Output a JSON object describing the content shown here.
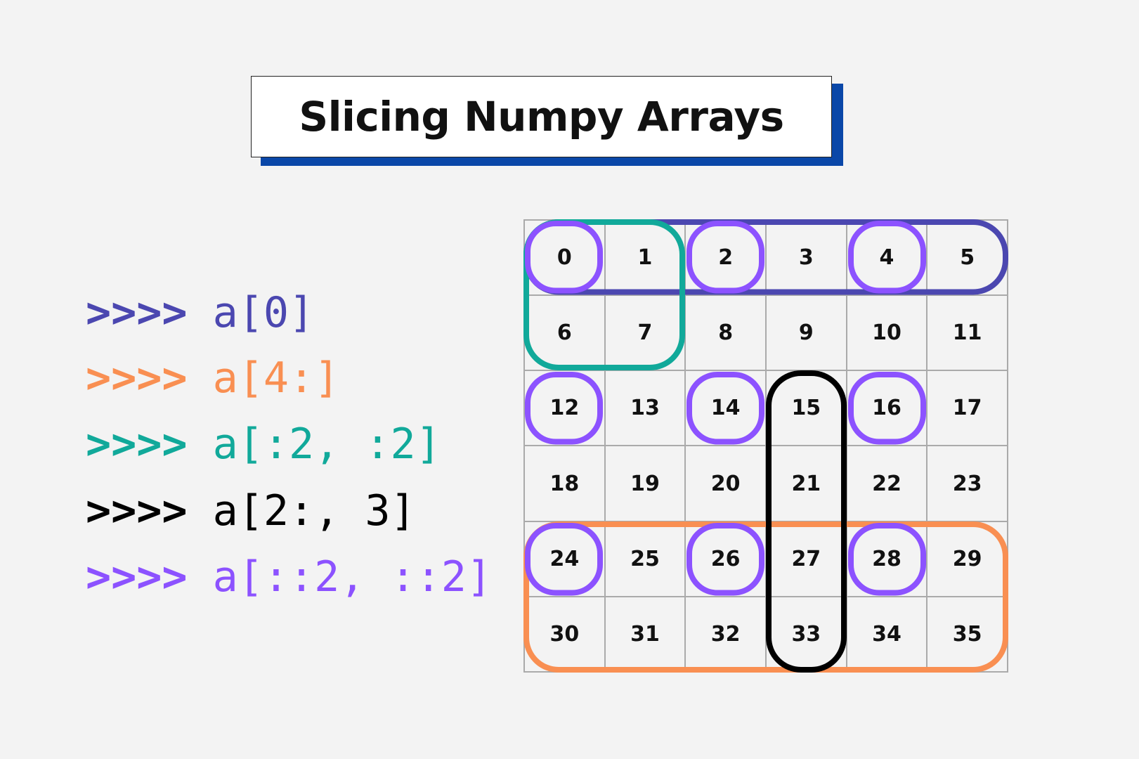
{
  "title": "Slicing Numpy Arrays",
  "colors": {
    "background": "#f3f3f3",
    "title_shadow": "#0a47a8",
    "row_slice": "#4b47b0",
    "tail_slice": "#f98f52",
    "block_slice": "#11a99a",
    "column_slice": "#000000",
    "step_slice": "#8c52ff"
  },
  "code_lines": [
    {
      "prompt": ">>>>",
      "expr": "a[0]",
      "color": "#4b47b0"
    },
    {
      "prompt": ">>>>",
      "expr": "a[4:]",
      "color": "#f98f52"
    },
    {
      "prompt": ">>>>",
      "expr": "a[:2, :2]",
      "color": "#11a99a"
    },
    {
      "prompt": ">>>>",
      "expr": "a[2:, 3]",
      "color": "#000000"
    },
    {
      "prompt": ">>>>",
      "expr": "a[::2, ::2]",
      "color": "#8c52ff"
    }
  ],
  "grid": {
    "rows": [
      [
        "0",
        "1",
        "2",
        "3",
        "4",
        "5"
      ],
      [
        "6",
        "7",
        "8",
        "9",
        "10",
        "11"
      ],
      [
        "12",
        "13",
        "14",
        "15",
        "16",
        "17"
      ],
      [
        "18",
        "19",
        "20",
        "21",
        "22",
        "23"
      ],
      [
        "24",
        "25",
        "26",
        "27",
        "28",
        "29"
      ],
      [
        "30",
        "31",
        "32",
        "33",
        "34",
        "35"
      ]
    ]
  },
  "highlights": [
    {
      "name": "row-0-highlight",
      "color": "#4b47b0",
      "row_start": 0,
      "row_end": 0,
      "col_start": 0,
      "col_end": 5
    },
    {
      "name": "top-left-block-highlight",
      "color": "#11a99a",
      "row_start": 0,
      "row_end": 1,
      "col_start": 0,
      "col_end": 1
    },
    {
      "name": "bottom-rows-highlight",
      "color": "#f98f52",
      "row_start": 4,
      "row_end": 5,
      "col_start": 0,
      "col_end": 5
    },
    {
      "name": "column-3-highlight",
      "color": "#000000",
      "row_start": 2,
      "row_end": 5,
      "col_start": 3,
      "col_end": 3
    },
    {
      "name": "step-cell-highlight",
      "color": "#8c52ff",
      "row_start": 0,
      "row_end": 0,
      "col_start": 0,
      "col_end": 0
    },
    {
      "name": "step-cell-highlight",
      "color": "#8c52ff",
      "row_start": 0,
      "row_end": 0,
      "col_start": 2,
      "col_end": 2
    },
    {
      "name": "step-cell-highlight",
      "color": "#8c52ff",
      "row_start": 0,
      "row_end": 0,
      "col_start": 4,
      "col_end": 4
    },
    {
      "name": "step-cell-highlight",
      "color": "#8c52ff",
      "row_start": 2,
      "row_end": 2,
      "col_start": 0,
      "col_end": 0
    },
    {
      "name": "step-cell-highlight",
      "color": "#8c52ff",
      "row_start": 2,
      "row_end": 2,
      "col_start": 2,
      "col_end": 2
    },
    {
      "name": "step-cell-highlight",
      "color": "#8c52ff",
      "row_start": 2,
      "row_end": 2,
      "col_start": 4,
      "col_end": 4
    },
    {
      "name": "step-cell-highlight",
      "color": "#8c52ff",
      "row_start": 4,
      "row_end": 4,
      "col_start": 0,
      "col_end": 0
    },
    {
      "name": "step-cell-highlight",
      "color": "#8c52ff",
      "row_start": 4,
      "row_end": 4,
      "col_start": 2,
      "col_end": 2
    },
    {
      "name": "step-cell-highlight",
      "color": "#8c52ff",
      "row_start": 4,
      "row_end": 4,
      "col_start": 4,
      "col_end": 4
    }
  ]
}
